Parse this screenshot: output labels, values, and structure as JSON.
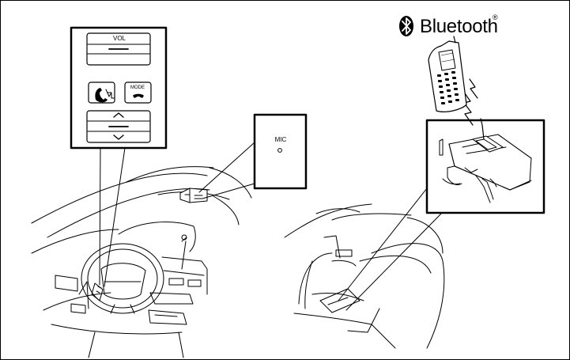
{
  "brand": {
    "name": "Bluetooth",
    "registered_mark": "®",
    "logo_icon": "bluetooth-rune-icon"
  },
  "steering_controls": {
    "vol_label": "VOL",
    "mode_label": "MODE",
    "talk_button_icon": "phone-talk-icon",
    "up_icon": "chevron-up-icon",
    "down_icon": "chevron-down-icon"
  },
  "microphone": {
    "label": "MIC"
  },
  "colors": {
    "line": "#000000",
    "background": "#ffffff"
  }
}
